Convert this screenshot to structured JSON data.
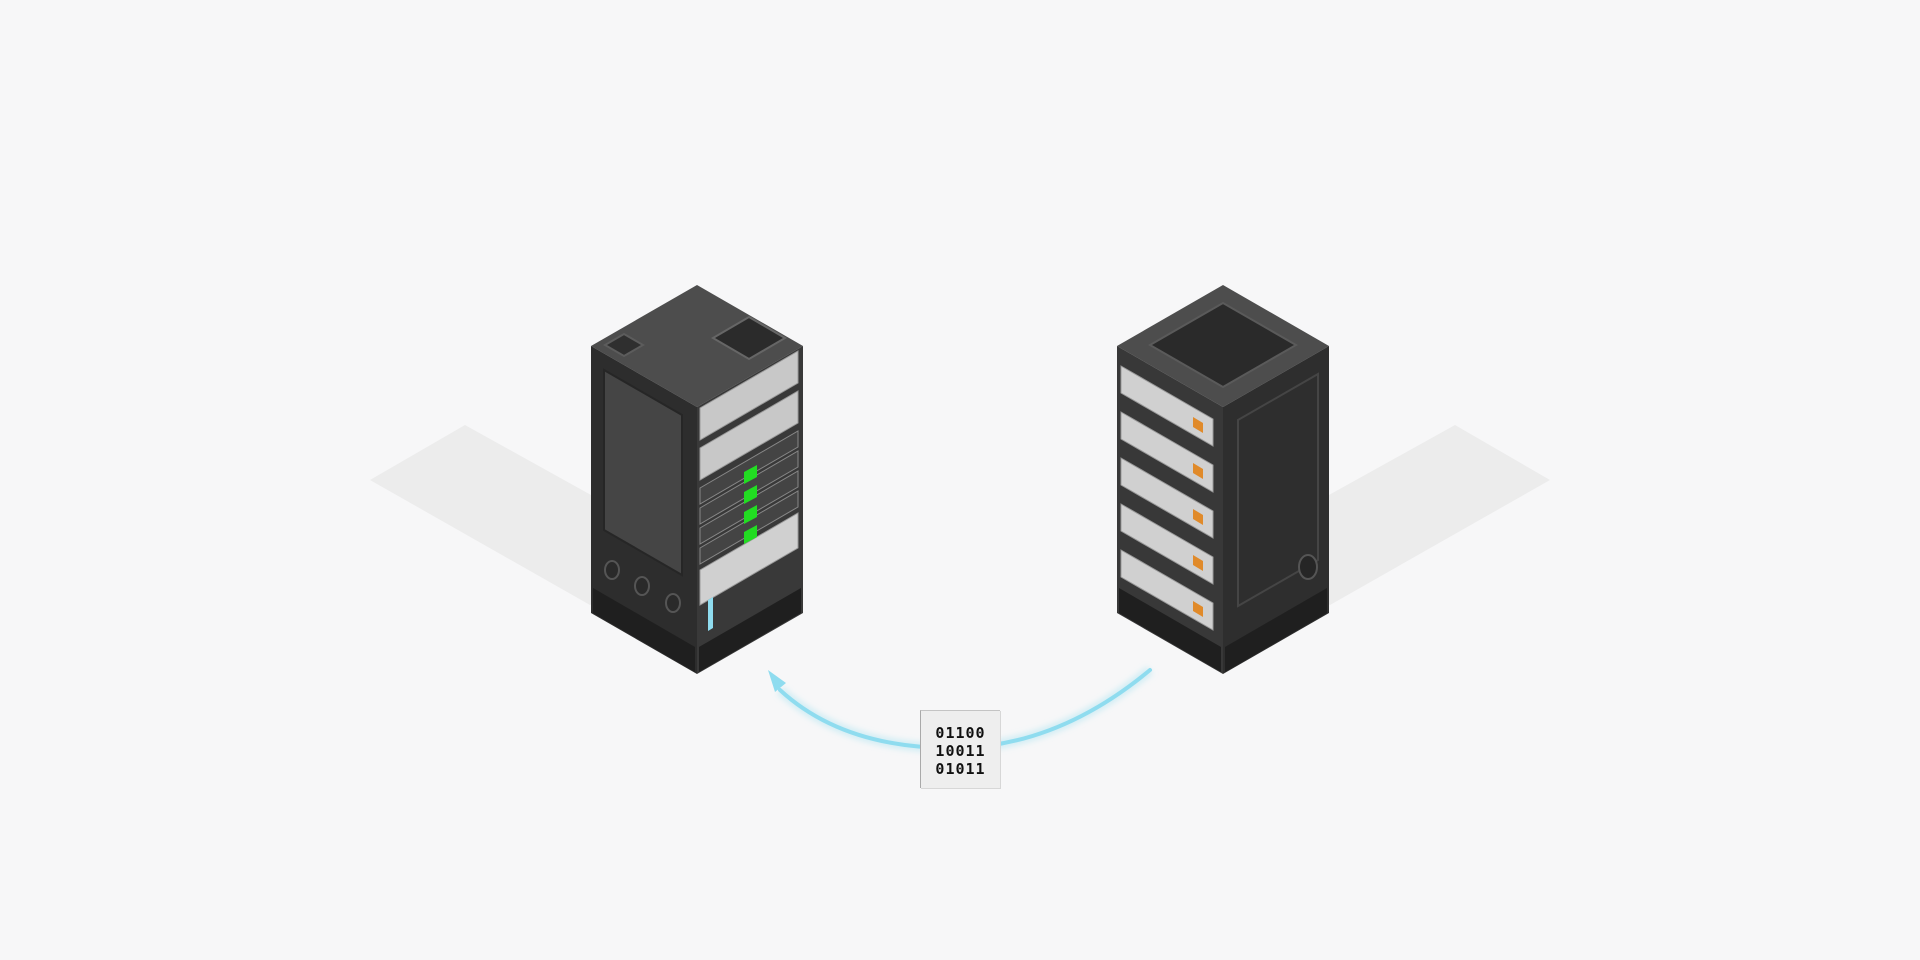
{
  "diagram": {
    "source_server": "rack-server-right",
    "target_server": "rack-server-left",
    "flow_direction": "right-to-left",
    "arrow_color": "#8fdcef",
    "binary_lines": [
      "01100",
      "10011",
      "01011"
    ]
  },
  "colors": {
    "background": "#f7f7f8",
    "rack_top": "#4f4f4f",
    "rack_left": "#2e2e2e",
    "rack_right": "#3a3a3a",
    "status_led": "#22dd22",
    "accent_light": "#8fdcef"
  }
}
